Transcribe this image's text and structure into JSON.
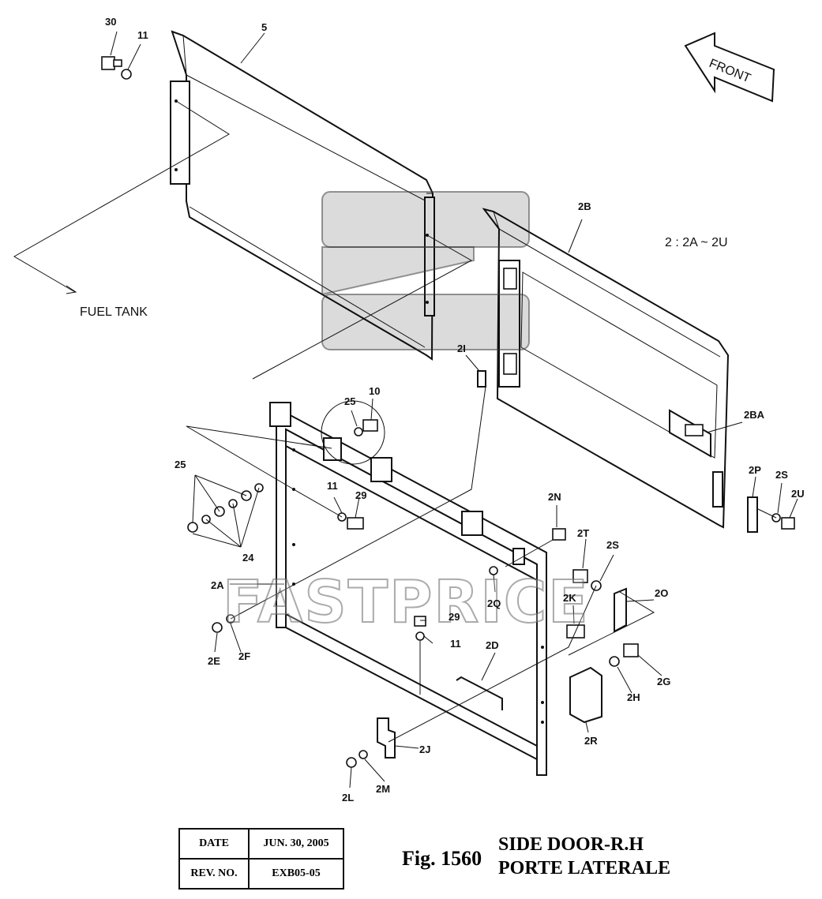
{
  "callouts": {
    "c30": "30",
    "c11a": "11",
    "c5": "5",
    "c2B": "2B",
    "c2I": "2I",
    "c10": "10",
    "c25a": "25",
    "c25b": "25",
    "c24": "24",
    "c11b": "11",
    "c29a": "29",
    "c2A": "2A",
    "c2E": "2E",
    "c2F": "2F",
    "c2N": "2N",
    "c2Q": "2Q",
    "c29b": "29",
    "c11c": "11",
    "c2D": "2D",
    "c2T": "2T",
    "c2S": "2S",
    "c2O": "2O",
    "c2K": "2K",
    "c2G": "2G",
    "c2H": "2H",
    "c2R": "2R",
    "c2J": "2J",
    "c2L": "2L",
    "c2M": "2M",
    "c2BA": "2BA",
    "c2P": "2P",
    "c2Sb": "2S",
    "c2U": "2U"
  },
  "notes": {
    "fuel_tank": "FUEL TANK",
    "front": "FRONT",
    "range": "2 : 2A ~ 2U"
  },
  "watermark": "FASTPRICE",
  "info": {
    "date_label": "DATE",
    "date_value": "JUN. 30, 2005",
    "rev_label": "REV. NO.",
    "rev_value": "EXB05-05"
  },
  "figure": {
    "number": "Fig. 1560",
    "title_en": "SIDE DOOR-R.H",
    "title_fr": "PORTE LATERALE"
  }
}
